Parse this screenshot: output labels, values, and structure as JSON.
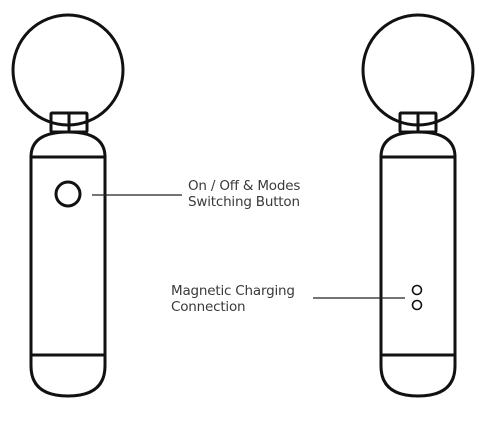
{
  "labels": {
    "button": {
      "line1": "On / Off & Modes",
      "line2": "Switching Button"
    },
    "charging": {
      "line1": "Magnetic Charging",
      "line2": "Connection"
    }
  },
  "colors": {
    "outline": "#111111",
    "text": "#3a3a3a",
    "background": "#ffffff"
  }
}
